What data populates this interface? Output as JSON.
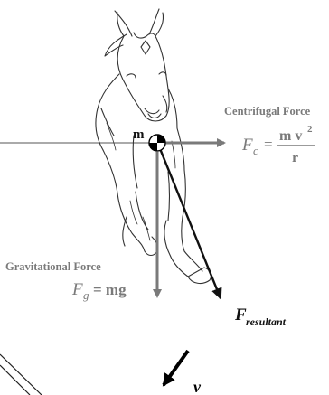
{
  "labels": {
    "mass": "m",
    "centrifugal_title": "Centrifugal Force",
    "centrifugal_symbol": "F",
    "centrifugal_subscript": "c",
    "centrifugal_eq": "=",
    "centrifugal_numerator": "m v",
    "centrifugal_exponent": "2",
    "centrifugal_denominator": "r",
    "gravitational_title": "Gravitational Force",
    "gravitational_symbol": "F",
    "gravitational_subscript": "g",
    "gravitational_rhs": "= mg",
    "resultant_symbol": "F",
    "resultant_subscript": "resultant",
    "velocity_symbol": "v"
  },
  "colors": {
    "force_arrow": "#7a7a7a",
    "resultant_arrow": "#111111",
    "label_gray": "#7a7a7a",
    "ink": "#222222"
  },
  "icons": {
    "center_of_mass": "center-of-mass-icon",
    "horse": "horse-drawing"
  }
}
